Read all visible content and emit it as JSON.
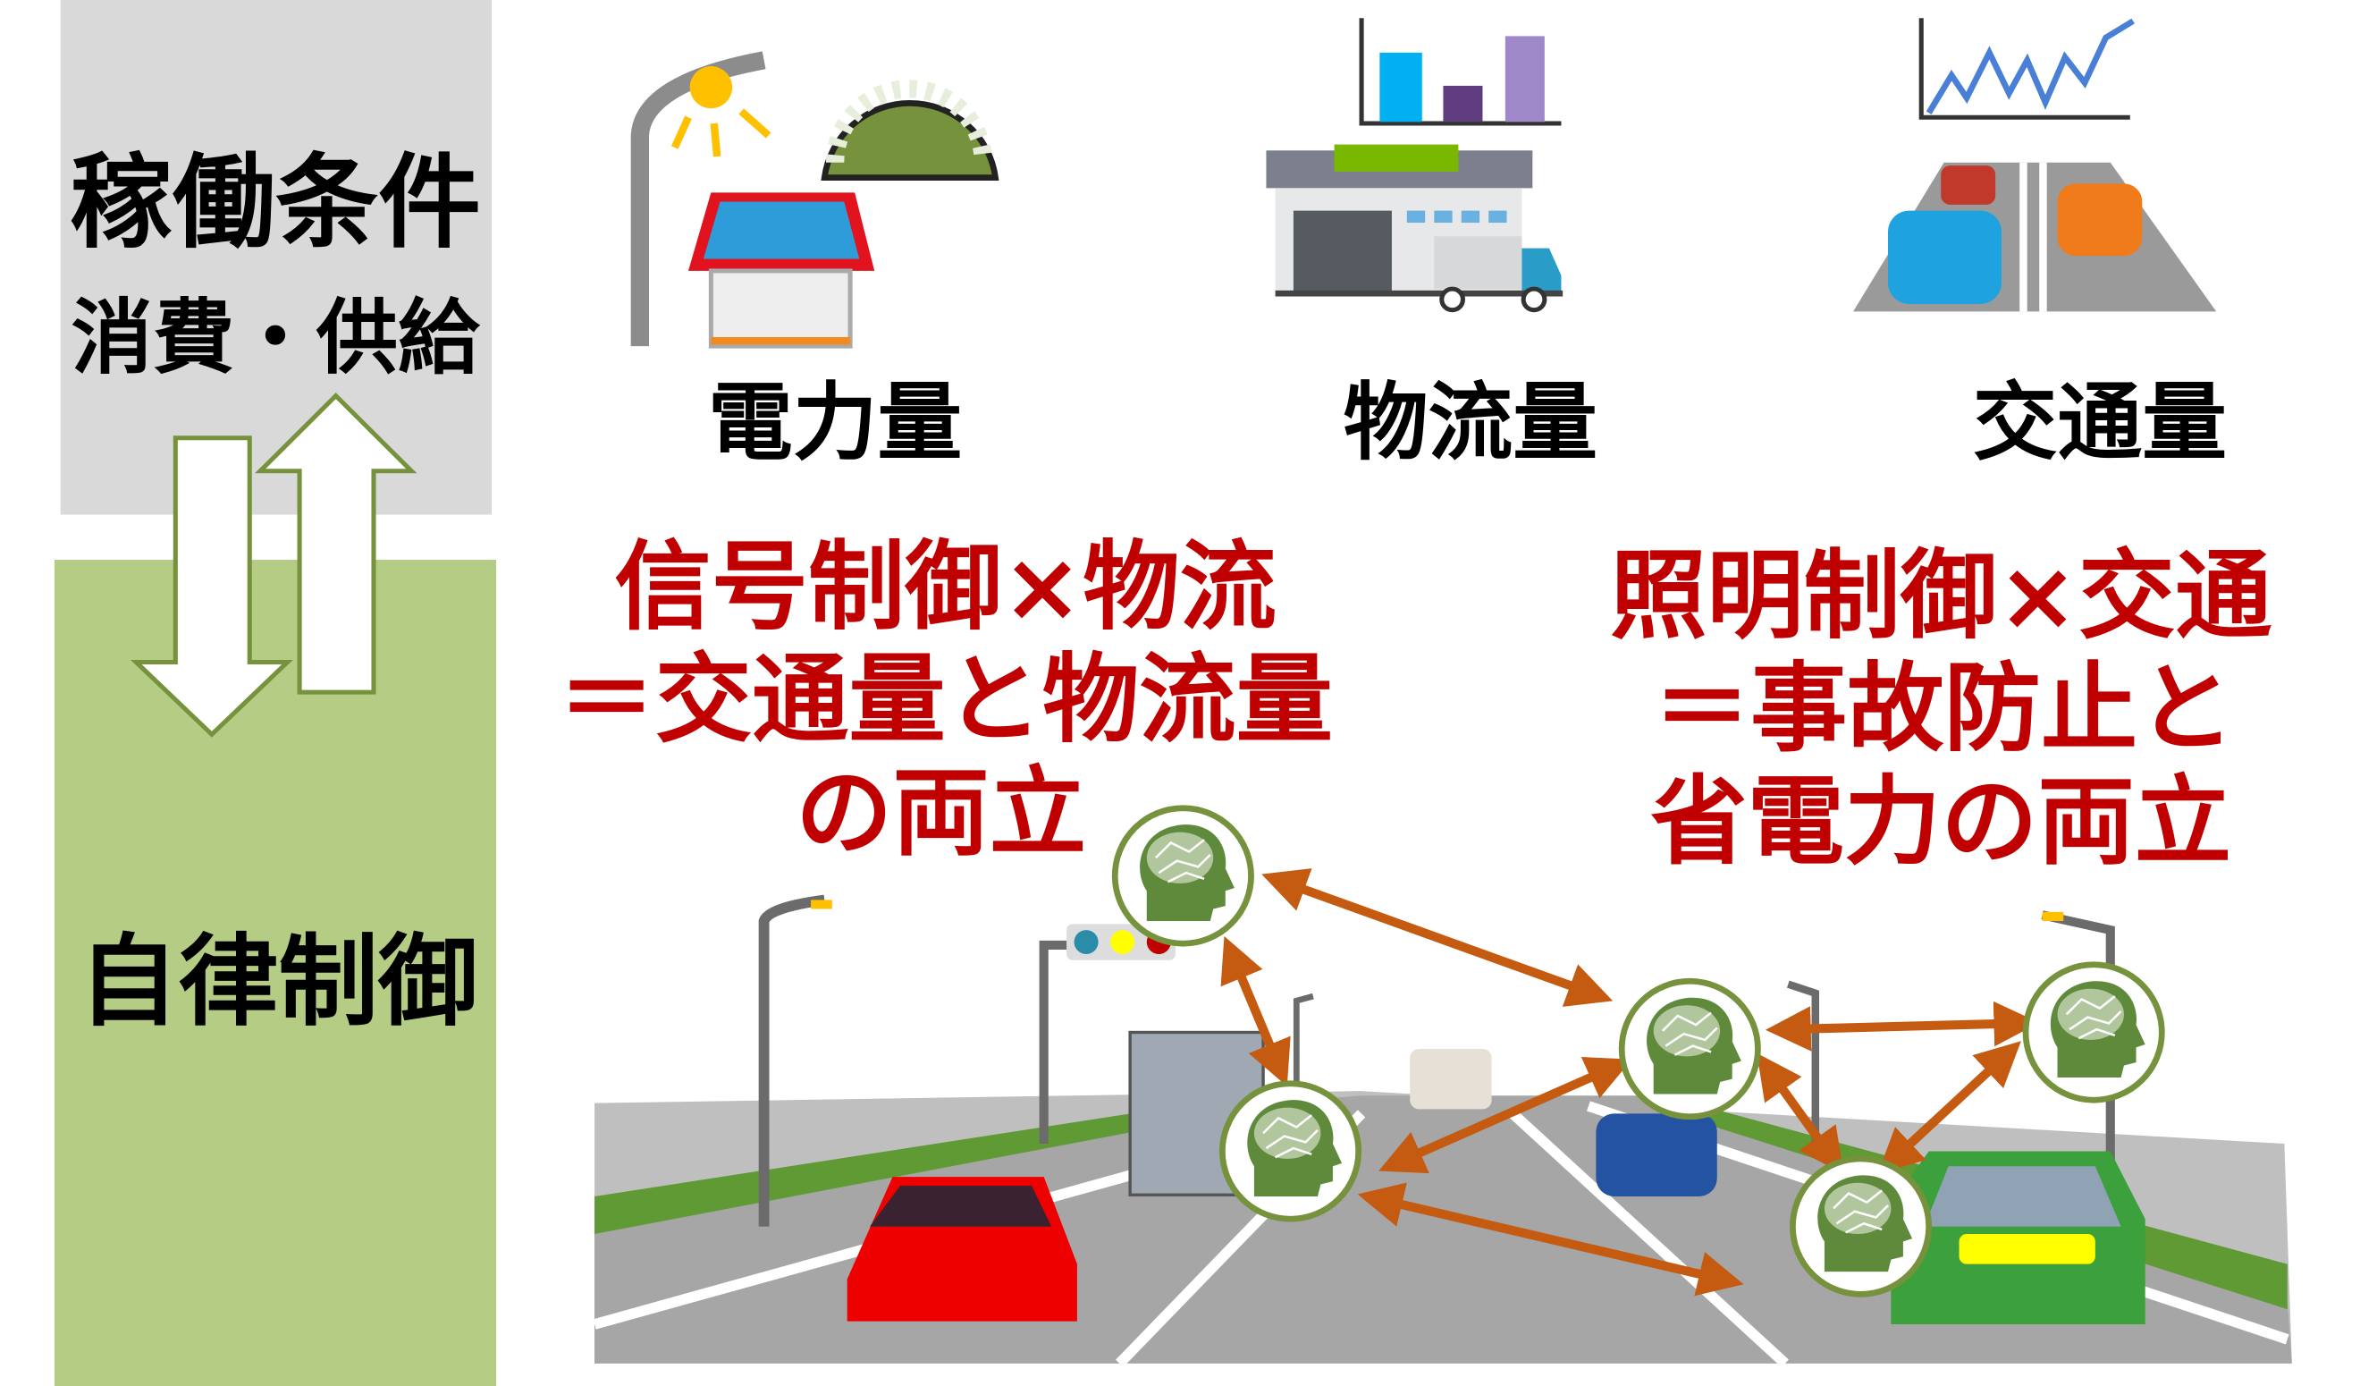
{
  "left_panel": {
    "top_title": "稼働条件",
    "top_subtitle": "消費・供給",
    "bottom_title": "自律制御"
  },
  "metrics": [
    {
      "label": "電力量",
      "icon": "streetlight-solar-gauge-icon"
    },
    {
      "label": "物流量",
      "icon": "warehouse-truck-barchart-icon"
    },
    {
      "label": "交通量",
      "icon": "road-cars-linechart-icon"
    }
  ],
  "captions": {
    "left": [
      "信号制御×物流",
      "＝交通量と物流量",
      "の両立"
    ],
    "right": [
      "照明制御×交通",
      "＝事故防止と",
      "省電力の両立"
    ]
  },
  "colors": {
    "top_panel": "#d9d9d9",
    "bottom_panel": "#b5cc85",
    "arrow_outline": "#76923c",
    "caption": "#c00000",
    "link_arrow": "#c55a11",
    "ai_head": "#5f8a3c"
  }
}
